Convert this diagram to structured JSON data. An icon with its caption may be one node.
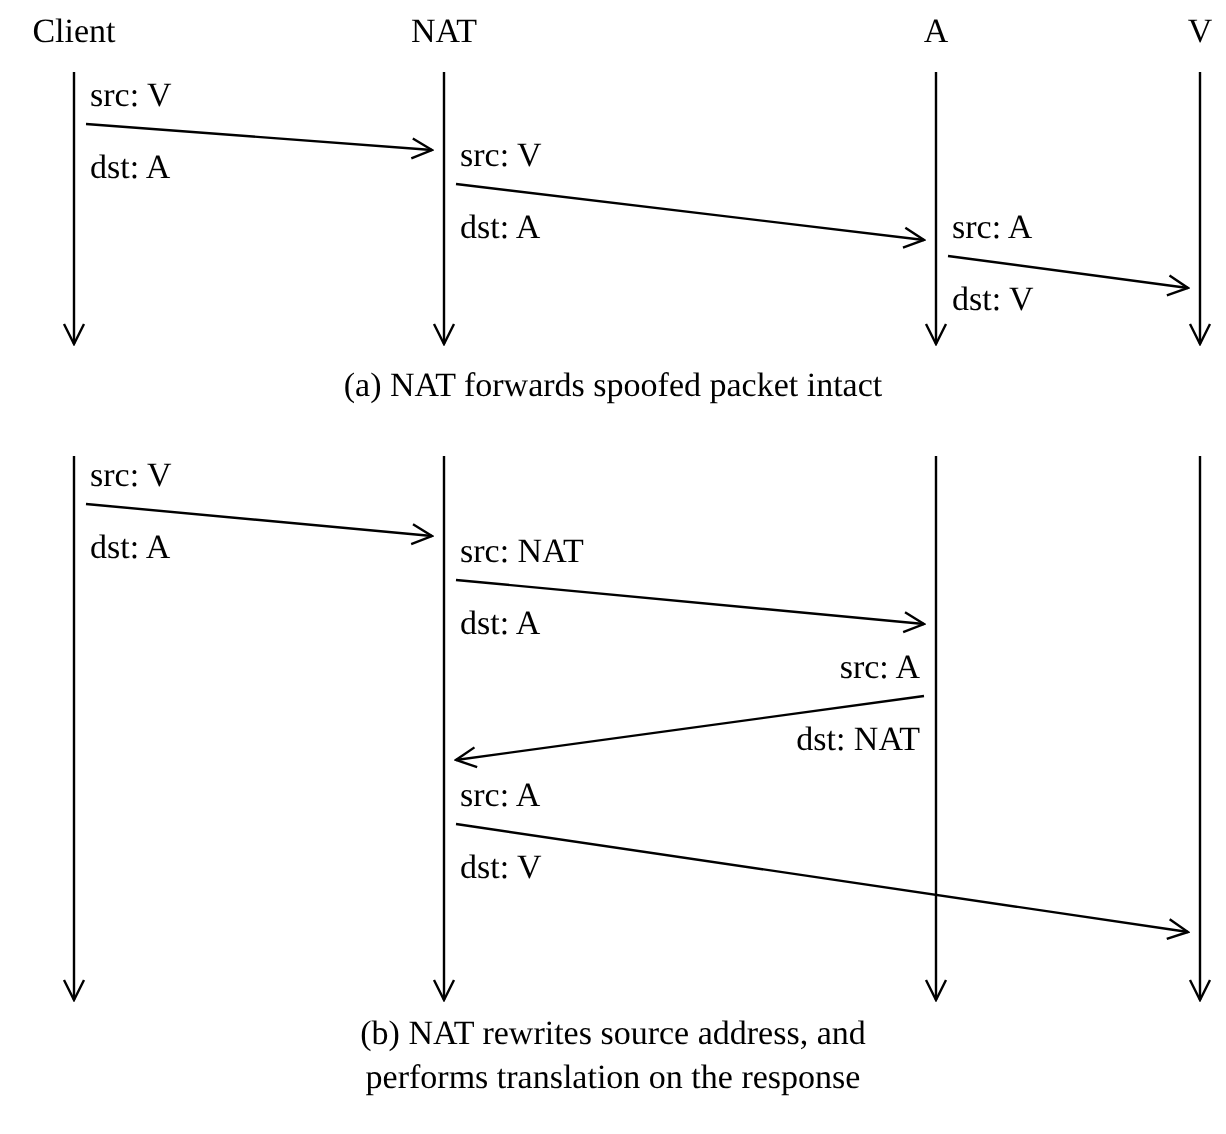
{
  "diagram": {
    "nodes": [
      {
        "text": [
          "Client"
        ]
      },
      {
        "text": [
          "NAT"
        ]
      },
      {
        "text": [
          "A"
        ]
      },
      {
        "text": [
          "V"
        ]
      },
      {
        "text": [],
        "shape": "line"
      },
      {
        "text": [],
        "shape": "line"
      },
      {
        "text": [],
        "shape": "line"
      },
      {
        "text": [],
        "shape": "line"
      }
    ],
    "edges": [
      {
        "from": 0,
        "to": 1,
        "arrow": "to",
        "label": "src: V dst: A"
      },
      {
        "from": 1,
        "to": 2,
        "arrow": "to",
        "label": "src: V dst: A"
      },
      {
        "from": 2,
        "to": 3,
        "arrow": "to",
        "label": "src: A dst: V"
      },
      {
        "from": 4,
        "to": 5,
        "arrow": "to",
        "label": "src: V dst: A"
      },
      {
        "from": 5,
        "to": 6,
        "arrow": "to",
        "label": "src: NAT dst: A"
      },
      {
        "from": 6,
        "to": 5,
        "arrow": "to",
        "label": "src: A dst: NAT"
      },
      {
        "from": 5,
        "to": 7,
        "arrow": "to",
        "label": "src: A dst: V"
      }
    ],
    "labels": [
      "(a) NAT forwards spoofed packet intact",
      "(b) NAT rewrites source address, and performs translation on the response"
    ]
  }
}
